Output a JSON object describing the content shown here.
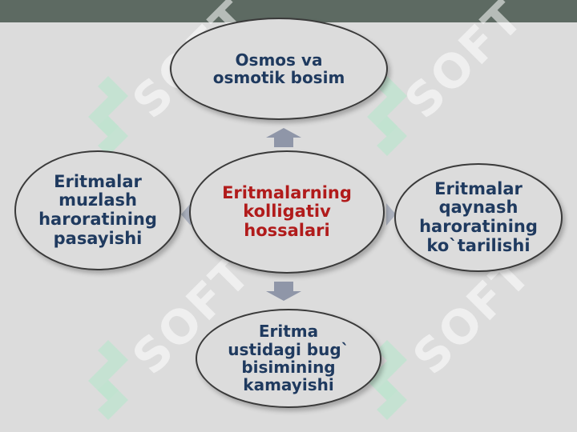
{
  "diagram": {
    "center": {
      "text": "Eritmalarning\nkolligativ\nhossalari"
    },
    "top": {
      "text": "Osmos va\nosmotik bosim"
    },
    "right": {
      "text": "Eritmalar\nqaynash\nharoratining\nko`tarilishi"
    },
    "bottom": {
      "text": "Eritma\nustidagi bug`\nbisimining\nkamayishi"
    },
    "left": {
      "text": "Eritmalar\nmuzlash\nharoratining\npasayishi"
    }
  },
  "watermark": {
    "text": "SOFT"
  },
  "colors": {
    "background": "#dcdcdc",
    "topbar": "#5d6a62",
    "node_text": "#1f3a5f",
    "center_text": "#b11b1b",
    "arrow": "#8f96a8",
    "watermark": "#bfe3cf"
  }
}
